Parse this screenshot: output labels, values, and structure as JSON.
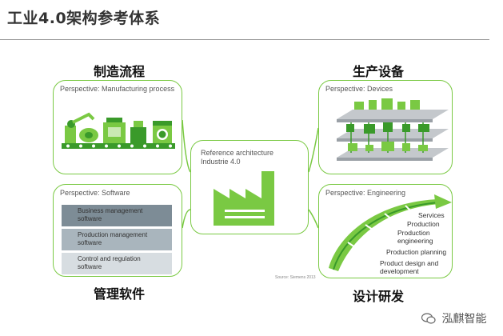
{
  "page": {
    "title": "工业4.0架构参考体系"
  },
  "labels": {
    "top_left": "制造流程",
    "top_right": "生产设备",
    "bottom_left": "管理软件",
    "bottom_right": "设计研发"
  },
  "center": {
    "line1": "Reference architecture",
    "line2": "Industrie 4.0"
  },
  "panels": {
    "manufacturing": {
      "perspective": "Perspective: Manufacturing process"
    },
    "devices": {
      "perspective": "Perspective: Devices"
    },
    "software": {
      "perspective": "Perspective: Software",
      "items": [
        {
          "line1": "Business management",
          "line2": "software"
        },
        {
          "line1": "Production management",
          "line2": "software"
        },
        {
          "line1": "Control and regulation",
          "line2": "software"
        }
      ]
    },
    "engineering": {
      "perspective": "Perspective: Engineering",
      "steps": [
        {
          "line1": "Services",
          "line2": ""
        },
        {
          "line1": "Production",
          "line2": ""
        },
        {
          "line1": "Production",
          "line2": "engineering"
        },
        {
          "line1": "Production planning",
          "line2": ""
        },
        {
          "line1": "Product design and",
          "line2": "development"
        }
      ]
    }
  },
  "source": "Source: Siemens 2013",
  "watermark": {
    "text": "泓麒智能"
  },
  "colors": {
    "accent_green": "#7ac943",
    "dark_green": "#3a9a2a",
    "software_dark": "#7d8c96",
    "software_mid": "#a9b5bd",
    "software_light": "#d7dde1"
  }
}
